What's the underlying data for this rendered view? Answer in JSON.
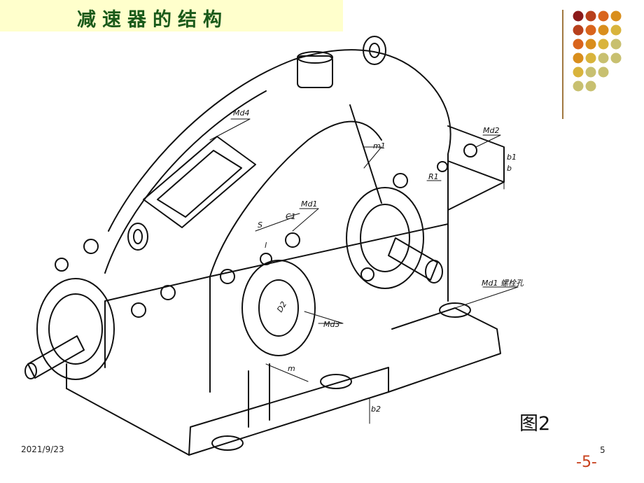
{
  "title": "减速器的结构",
  "figure_label": "图2",
  "footer": {
    "date": "2021/9/23",
    "slide_number": "5",
    "page": "-5-"
  },
  "labels": {
    "md4": "Md4",
    "md2": "Md2",
    "md1_top": "Md1",
    "md1_right": "Md1 螺栓孔",
    "md3": "Md3",
    "m1": "m1",
    "m": "m",
    "s": "S",
    "c1": "C1",
    "l": "l",
    "b1": "b1",
    "b": "b",
    "b2": "b2",
    "r1": "R1",
    "d2": "D2"
  },
  "colors": {
    "title_band": "#ffffcc",
    "title_text": "#1a5a1a",
    "page_num": "#c8401c",
    "dot_palette": [
      "#8b1a1a",
      "#b8401c",
      "#d9641c",
      "#d98e1c",
      "#d9b43c",
      "#c8c070"
    ]
  }
}
